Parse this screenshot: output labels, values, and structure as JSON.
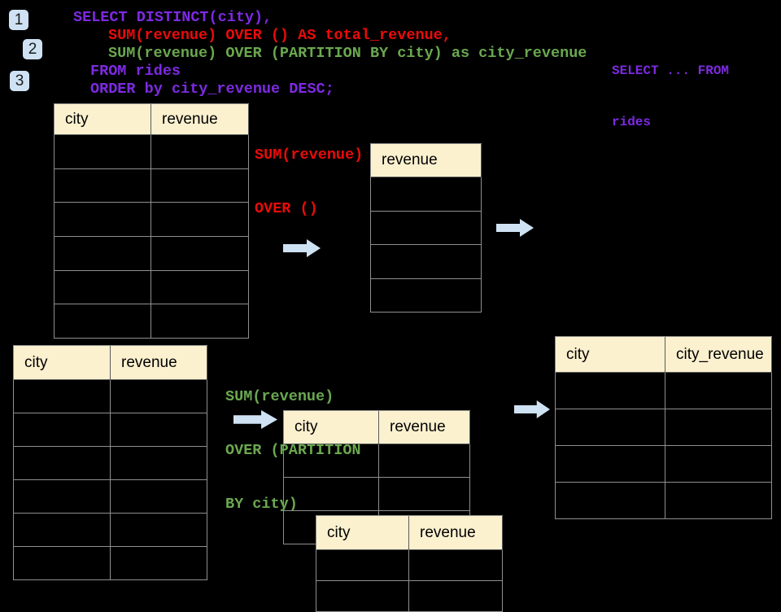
{
  "colors": {
    "purple": "#7d2ae2",
    "red": "#ea0b0a",
    "green": "#6aa84f",
    "cream": "#fcf1cf",
    "arrow_blue": "#cfe2f3",
    "badge_blue": "#cfe2f3",
    "grid": "#8f8f8f",
    "header_border": "#5a5a5a",
    "background": "#000000"
  },
  "step_badges": [
    {
      "label": "1"
    },
    {
      "label": "2"
    },
    {
      "label": "3"
    }
  ],
  "sql_code": {
    "lines": [
      {
        "text": "SELECT DISTINCT(city),",
        "color": "purple"
      },
      {
        "text": "SUM(revenue) OVER () AS total_revenue,",
        "color": "red"
      },
      {
        "text": "SUM(revenue) OVER (PARTITION BY city) as city_revenue",
        "color": "green"
      },
      {
        "text": "FROM rides",
        "color": "purple"
      },
      {
        "text": "ORDER by city_revenue DESC;",
        "color": "purple"
      }
    ]
  },
  "side_note": {
    "color": "purple",
    "lines": [
      {
        "text": "SELECT ... FROM"
      },
      {
        "text": "rides"
      }
    ]
  },
  "annotations": {
    "total_revenue_note": {
      "color": "red",
      "lines": [
        {
          "text": "SUM(revenue)"
        },
        {
          "text": "OVER ()"
        }
      ]
    },
    "city_revenue_note": {
      "color": "green",
      "lines": [
        {
          "text": "SUM(revenue)"
        },
        {
          "text": "OVER (PARTITION"
        },
        {
          "text": "BY city)"
        }
      ]
    }
  },
  "tables": {
    "source_top": {
      "headers": [
        "city",
        "revenue"
      ],
      "empty_rows": 6
    },
    "total_revenue_output": {
      "headers": [
        "revenue"
      ],
      "empty_rows": 4
    },
    "source_bottom": {
      "headers": [
        "city",
        "revenue"
      ],
      "empty_rows": 6
    },
    "partition_group_a": {
      "headers": [
        "city",
        "revenue"
      ],
      "empty_rows": 3
    },
    "partition_group_b": {
      "headers": [
        "city",
        "revenue"
      ],
      "empty_rows": 2
    },
    "city_revenue_result": {
      "headers": [
        "city",
        "city_revenue"
      ],
      "empty_rows": 4
    }
  },
  "icons": {
    "flow_arrow": "right-block-arrow"
  }
}
